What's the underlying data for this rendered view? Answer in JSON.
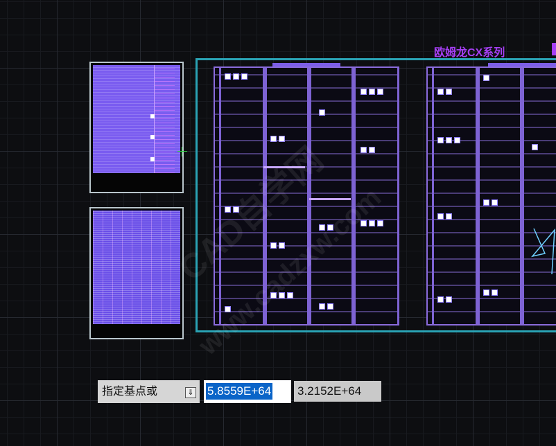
{
  "drawing": {
    "title_label": "欧姆龙CX系列"
  },
  "command_line": {
    "prompt": "指定基点或",
    "dropdown_icon": "arrow-down-icon",
    "coord_x": "5.8559E+64",
    "coord_y": "3.2152E+64"
  },
  "colors": {
    "background": "#0d0e11",
    "frame": "#2aa3b5",
    "title": "#a63ff5",
    "panel": "#8a6bdc",
    "selection": "#0a64c8"
  }
}
